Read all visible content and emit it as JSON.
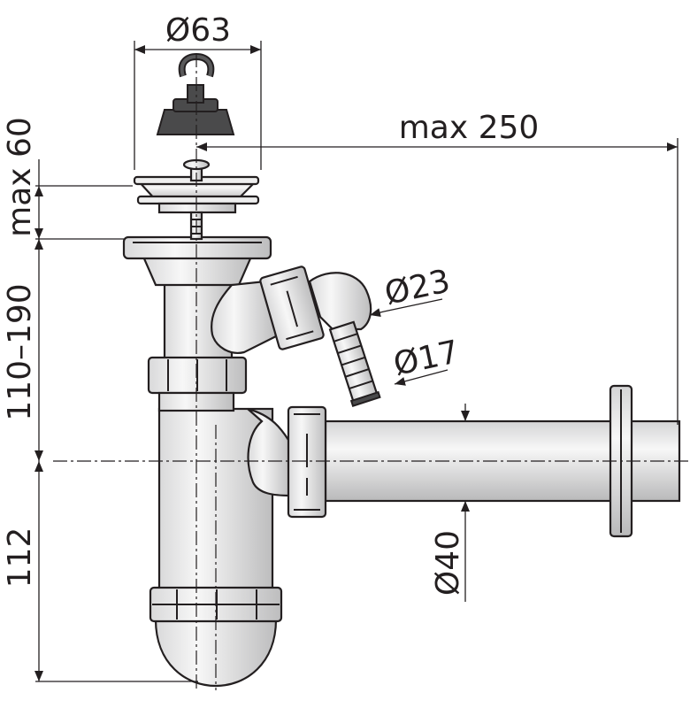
{
  "dimensions": {
    "strainer_diameter": "Ø63",
    "max_reach": "max 250",
    "max_height": "max 60",
    "adjust_range": "110–190",
    "trap_depth": "112",
    "hose_inlet_diameter": "Ø23",
    "hose_outlet_diameter": "Ø17",
    "pipe_diameter": "Ø40"
  }
}
